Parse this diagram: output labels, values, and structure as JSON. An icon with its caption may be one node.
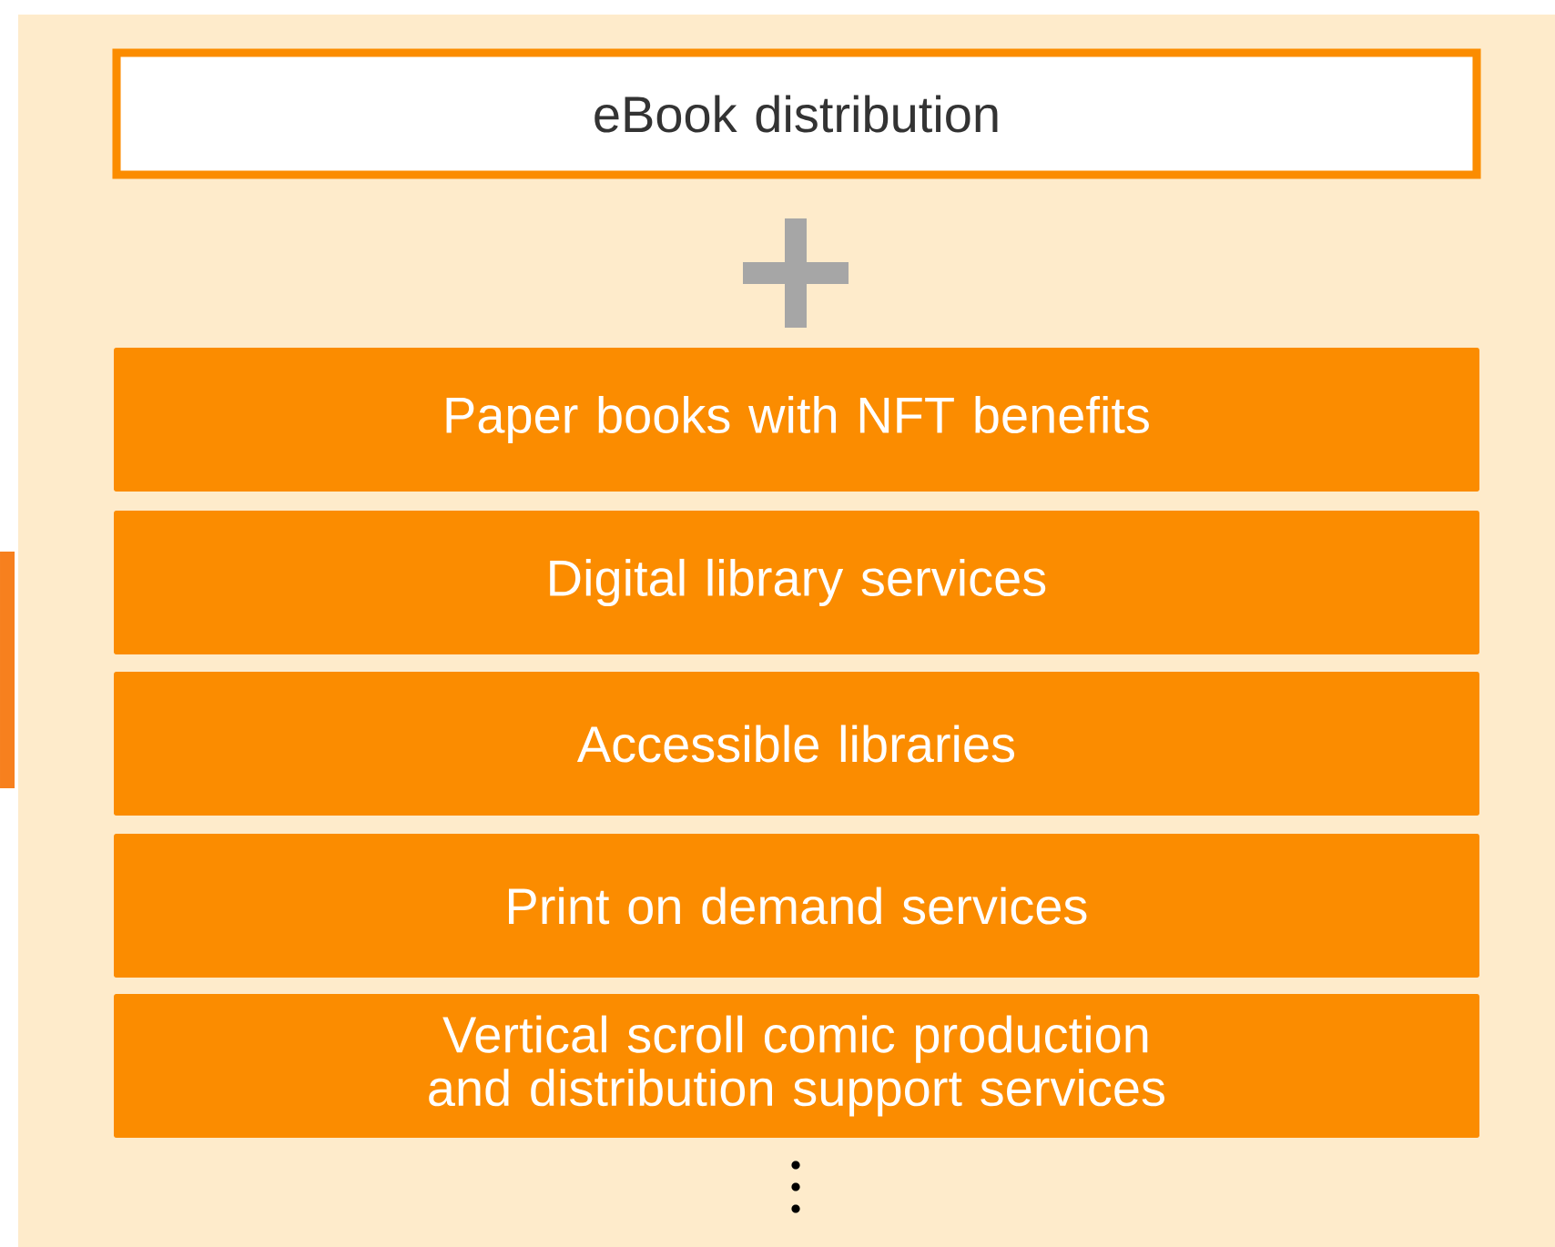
{
  "diagram": {
    "nodes": [
      {
        "text": [
          "eBook distribution"
        ]
      },
      {
        "text": [
          "Paper books with NFT benefits"
        ]
      },
      {
        "text": [
          "Digital library services"
        ]
      },
      {
        "text": [
          "Accessible libraries"
        ]
      },
      {
        "text": [
          "Print on demand services"
        ]
      },
      {
        "text": [
          "Vertical scroll comic production and distribution support services"
        ]
      }
    ]
  }
}
